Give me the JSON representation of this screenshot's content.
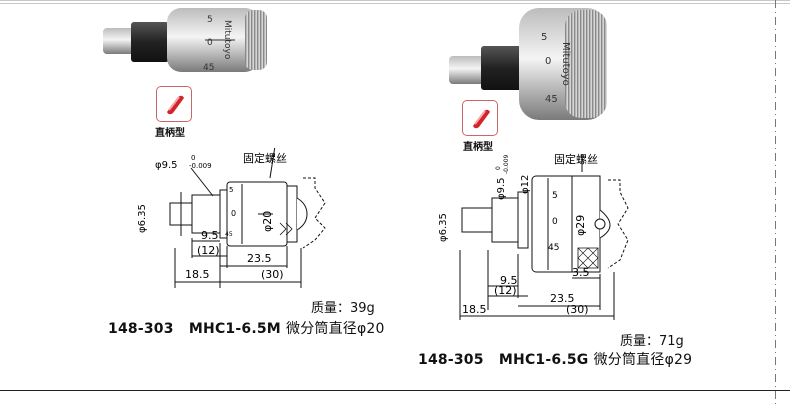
{
  "left": {
    "shank_label": "直柄型",
    "drawing": {
      "fixing_screw": "固定螺丝",
      "spindle_dia": "φ9.5",
      "spindle_tol_upper": "0",
      "spindle_tol_lower": "-0.009",
      "shank_dia": "φ6.35",
      "thimble_dia": "φ20",
      "dim_a": "9.5",
      "dim_b": "(12)",
      "dim_c": "23.5",
      "dim_d": "18.5",
      "dim_e": "(30)",
      "scale_top": "5",
      "scale_mid": "0",
      "scale_bot": "45"
    },
    "mass": "质量：39g",
    "code": "148-303",
    "model": "MHC1-6.5M",
    "desc": "微分筒直径",
    "desc_dia": "φ20",
    "photo": {
      "brand": "Mitutoyo",
      "s1": "5",
      "s2": "0",
      "s3": "45"
    }
  },
  "right": {
    "shank_label": "直柄型",
    "drawing": {
      "fixing_screw": "固定螺丝",
      "spindle_dia": "φ9.5",
      "spindle_tol_upper": "0",
      "spindle_tol_lower": "-0.009",
      "neck_dia": "φ12",
      "shank_dia": "φ6.35",
      "thimble_dia": "φ29",
      "dim_a": "9.5",
      "dim_b": "(12)",
      "dim_c": "23.5",
      "dim_d": "18.5",
      "dim_e": "(30)",
      "dim_f": "3.5",
      "scale_top": "5",
      "scale_mid": "0",
      "scale_bot": "45"
    },
    "mass": "质量：71g",
    "code": "148-305",
    "model": "MHC1-6.5G",
    "desc": "微分筒直径",
    "desc_dia": "φ29",
    "photo": {
      "brand": "Mitutoyo",
      "s1": "5",
      "s2": "0",
      "s3": "45"
    }
  }
}
